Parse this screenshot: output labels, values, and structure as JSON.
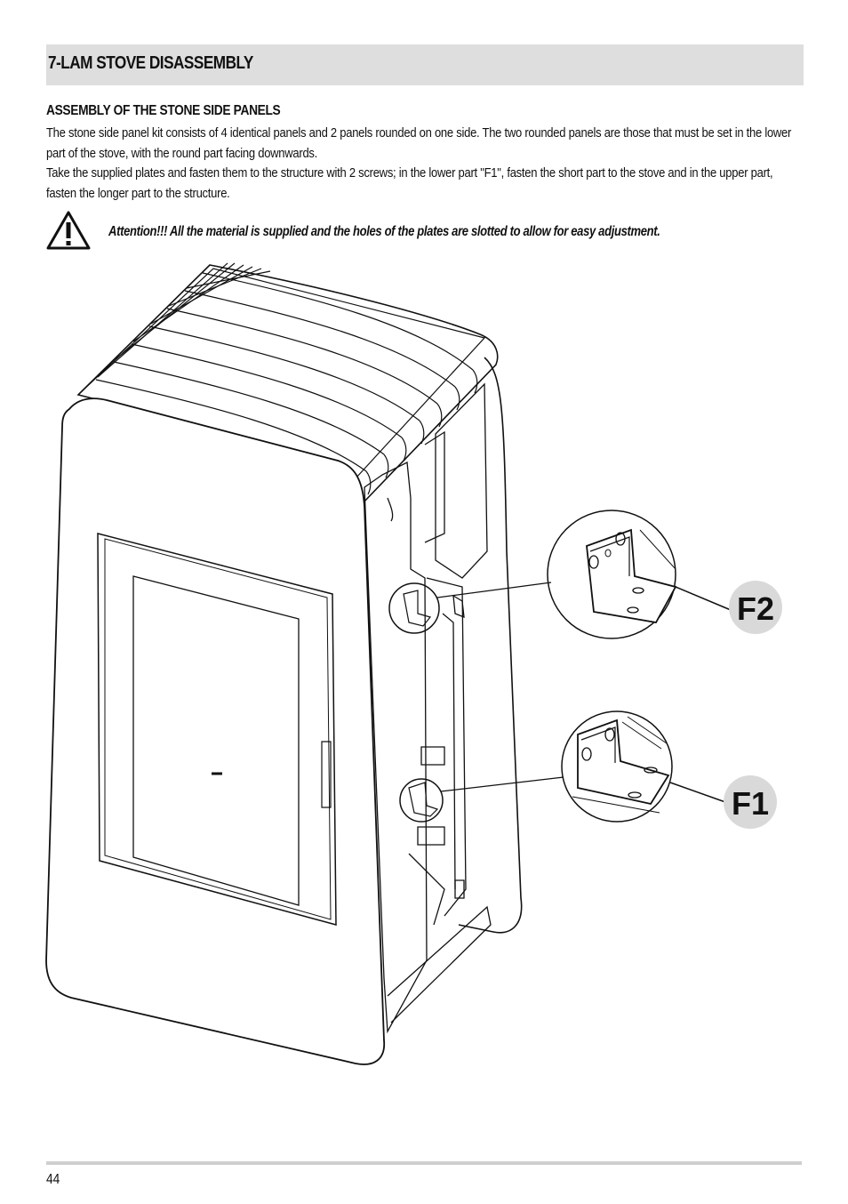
{
  "section": {
    "title": "7-LAM STOVE DISASSEMBLY"
  },
  "subsection": {
    "heading": "ASSEMBLY OF THE STONE SIDE PANELS",
    "paragraph_1": "The stone side panel kit consists of 4 identical panels and 2 panels rounded on one side. The two rounded panels are those that must be set in the lower part of the stove, with the round part facing downwards.",
    "paragraph_2": "Take the supplied plates and fasten them to the structure with 2 screws; in the lower part \"F1\", fasten the short part to the stove and in the upper part, fasten the longer part to the structure."
  },
  "warning": {
    "icon": "warning-triangle-icon",
    "text": "Attention!!! All the material is supplied and the holes of the plates are slotted to allow for easy adjustment."
  },
  "figure": {
    "callouts": [
      {
        "label": "F2"
      },
      {
        "label": "F1"
      }
    ]
  },
  "footer": {
    "page_number": "44"
  },
  "colors": {
    "header_bar": "#dedede",
    "callout_badge": "#d9d9d9",
    "footer_rule": "#cfcfcf",
    "line_art": "#111111"
  }
}
